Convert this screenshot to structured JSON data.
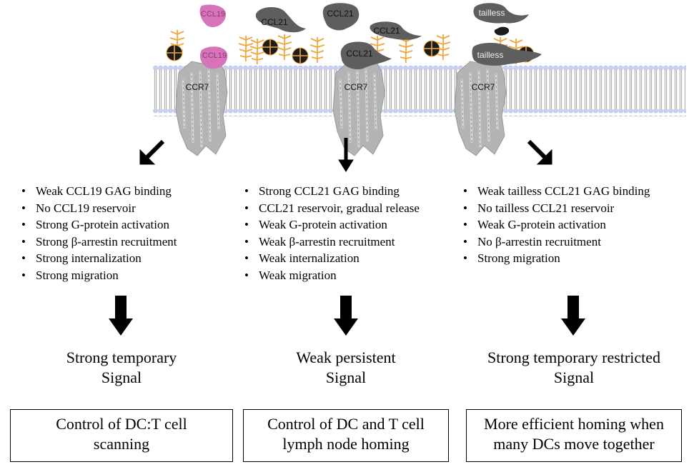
{
  "receptor_label": "CCR7",
  "ligand_labels": {
    "ccl19_top": "CCL19",
    "ccl19_bound": "CCL19",
    "ccl21_a": "CCL21",
    "ccl21_b": "CCL21",
    "ccl21_c": "CCL21",
    "ccl21_bound": "CCL21",
    "tailless_top": "tailless",
    "tailless_bound": "tailless"
  },
  "colors": {
    "ccl19": "#d774b9",
    "ccl21": "#5e5e5e",
    "gag": "#f0a63c",
    "membrane_head": "#c9d2f2",
    "receptor": "#b4b4b4"
  },
  "columns": [
    {
      "bullets": [
        "Weak CCL19 GAG binding",
        "No CCL19 reservoir",
        "Strong G-protein activation",
        "Strong β-arrestin recruitment",
        "Strong internalization",
        "Strong migration"
      ],
      "signal": [
        "Strong temporary",
        "Signal"
      ],
      "outcome": [
        "Control of DC:T cell",
        "scanning"
      ]
    },
    {
      "bullets": [
        "Strong CCL21 GAG binding",
        "CCL21 reservoir, gradual release",
        "Weak G-protein activation",
        "Weak β-arrestin recruitment",
        "Weak internalization",
        "Weak migration"
      ],
      "signal": [
        "Weak persistent",
        "Signal"
      ],
      "outcome": [
        "Control of DC and T cell",
        "lymph node homing"
      ]
    },
    {
      "bullets": [
        "Weak tailless CCL21 GAG binding",
        "No tailless CCL21 reservoir",
        "Weak G-protein activation",
        "No β-arrestin recruitment",
        "Strong migration"
      ],
      "signal": [
        "Strong temporary restricted",
        "Signal"
      ],
      "outcome": [
        "More efficient homing when",
        "many DCs move together"
      ]
    }
  ]
}
